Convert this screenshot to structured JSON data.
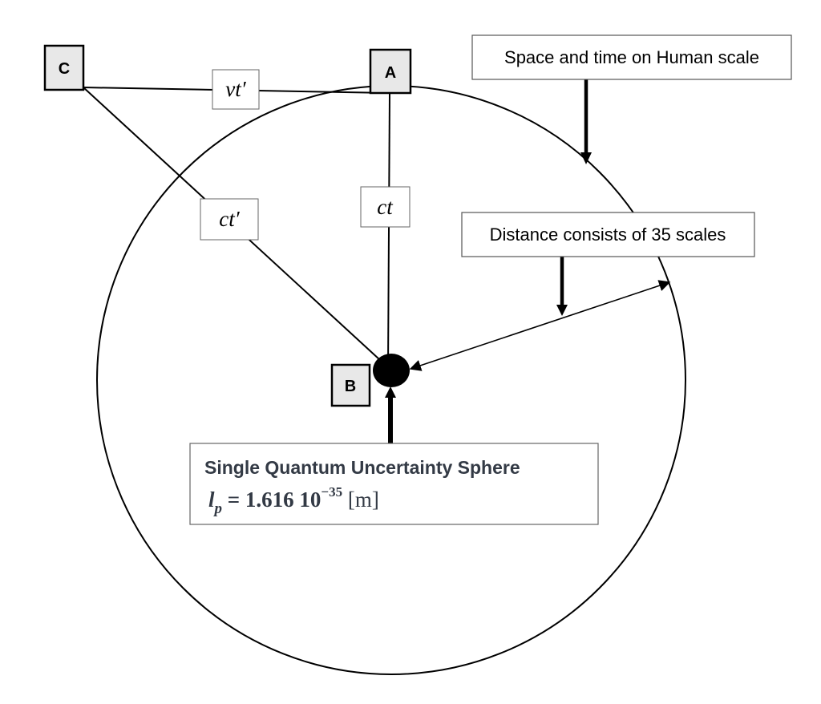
{
  "nodes": {
    "a": "A",
    "b": "B",
    "c": "C"
  },
  "edge_labels": {
    "vt_prime": "vt′",
    "ct_prime": "ct′",
    "ct": "ct"
  },
  "callouts": {
    "human_scale": "Space and time on Human scale",
    "distance_scales": "Distance consists of 35 scales"
  },
  "sphere": {
    "title": "Single Quantum Uncertainty Sphere",
    "formula": {
      "symbol": "l",
      "subscript": "p",
      "equals": " = 1.616 10",
      "exponent": "−35",
      "unit": " [m]"
    }
  },
  "colors": {
    "stroke": "#000000",
    "node_fill": "#e8e8e8",
    "sphere_text": "#333a45"
  }
}
